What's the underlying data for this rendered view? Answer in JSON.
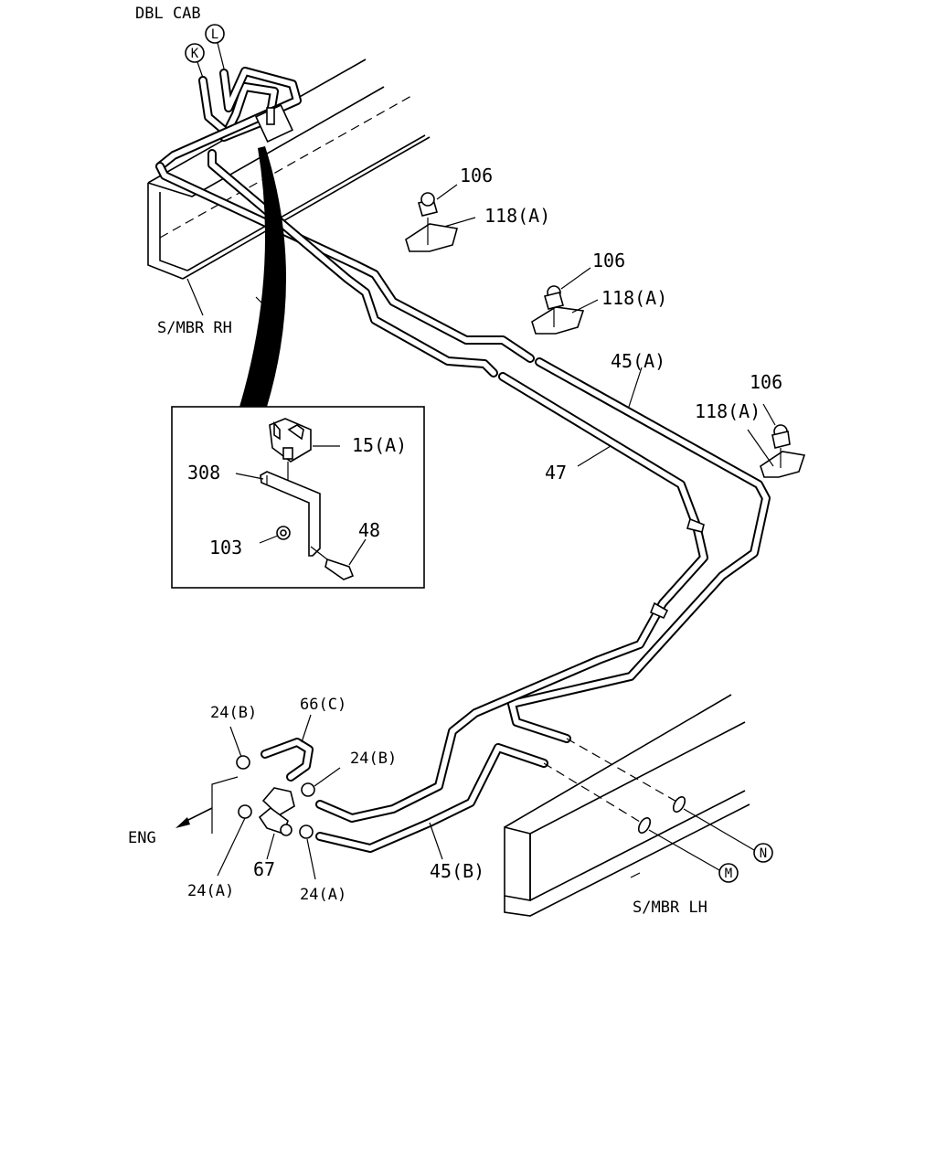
{
  "labels": {
    "dbl_cab": "DBL CAB",
    "smbr_rh": "S/MBR RH",
    "smbr_lh": "S/MBR LH",
    "eng": "ENG",
    "p106_a": "106",
    "p118a_a": "118(A)",
    "p106_b": "106",
    "p118a_b": "118(A)",
    "p45a": "45(A)",
    "p106_c": "106",
    "p118a_c": "118(A)",
    "p47": "47",
    "p15a": "15(A)",
    "p308": "308",
    "p48": "48",
    "p103": "103",
    "p24b_1": "24(B)",
    "p66c": "66(C)",
    "p24b_2": "24(B)",
    "p24a_1": "24(A)",
    "p67": "67",
    "p24a_2": "24(A)",
    "p45b": "45(B)"
  },
  "markers": {
    "k": "K",
    "l": "L",
    "m": "M",
    "n": "N"
  }
}
